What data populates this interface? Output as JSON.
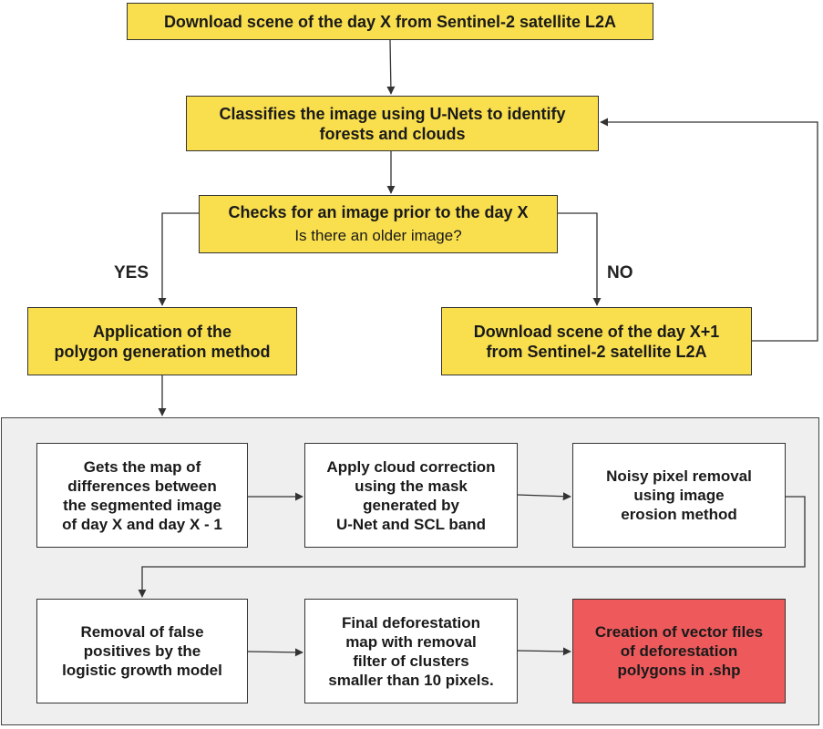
{
  "colors": {
    "box_yellow": "#f9df4e",
    "box_red": "#ee5a5c",
    "panel_gray": "#efefef",
    "line": "#333333"
  },
  "nodes": {
    "download_day_x": "Download scene of the day X from Sentinel-2 satellite L2A",
    "classify": [
      "Classifies the image using U-Nets to identify",
      "forests and clouds"
    ],
    "check": {
      "title": "Checks for an image prior to the day X",
      "question": "Is there an older image?"
    },
    "polygon_method": [
      "Application of the",
      "polygon generation method"
    ],
    "download_day_x1": [
      "Download scene of the day X+1",
      "from Sentinel-2 satellite L2A"
    ],
    "difference_map": [
      "Gets the map of",
      "differences between",
      "the segmented image",
      "of day X and day X - 1"
    ],
    "cloud_correction": [
      "Apply cloud correction",
      "using the mask",
      "generated by",
      "U-Net and SCL band"
    ],
    "noisy_removal": [
      "Noisy pixel removal",
      "using image",
      "erosion method"
    ],
    "false_positives": [
      "Removal of false",
      "positives by the",
      "logistic growth model"
    ],
    "final_map": [
      "Final deforestation",
      "map with removal",
      "filter of clusters",
      "smaller than 10 pixels."
    ],
    "vector_files": [
      "Creation of vector files",
      "of deforestation",
      "polygons in .shp"
    ]
  },
  "branch_labels": {
    "yes": "YES",
    "no": "NO"
  }
}
